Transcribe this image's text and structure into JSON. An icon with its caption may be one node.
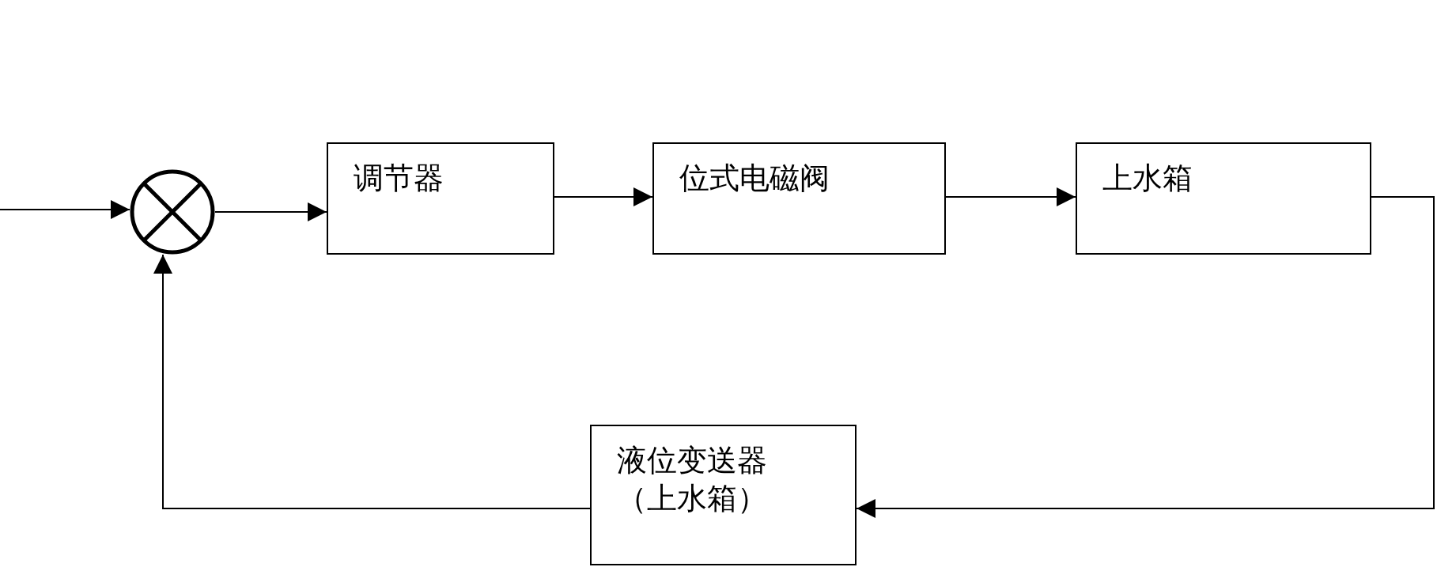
{
  "diagram": {
    "nodes": [
      {
        "text": [],
        "shape": "circle"
      },
      {
        "text": [
          "调节器"
        ]
      },
      {
        "text": [
          "位式电磁阀"
        ]
      },
      {
        "text": [
          "上水箱"
        ]
      },
      {
        "text": [
          "液位变送器（上水箱）"
        ]
      }
    ],
    "edges": [
      {
        "from": null,
        "to": 0,
        "arrow": "to"
      },
      {
        "from": 0,
        "to": 1,
        "arrow": "to"
      },
      {
        "from": 1,
        "to": 2,
        "arrow": "to"
      },
      {
        "from": 2,
        "to": 3,
        "arrow": "to"
      },
      {
        "from": 3,
        "to": 4,
        "arrow": "to"
      },
      {
        "from": 4,
        "to": 0,
        "arrow": "to"
      }
    ]
  }
}
